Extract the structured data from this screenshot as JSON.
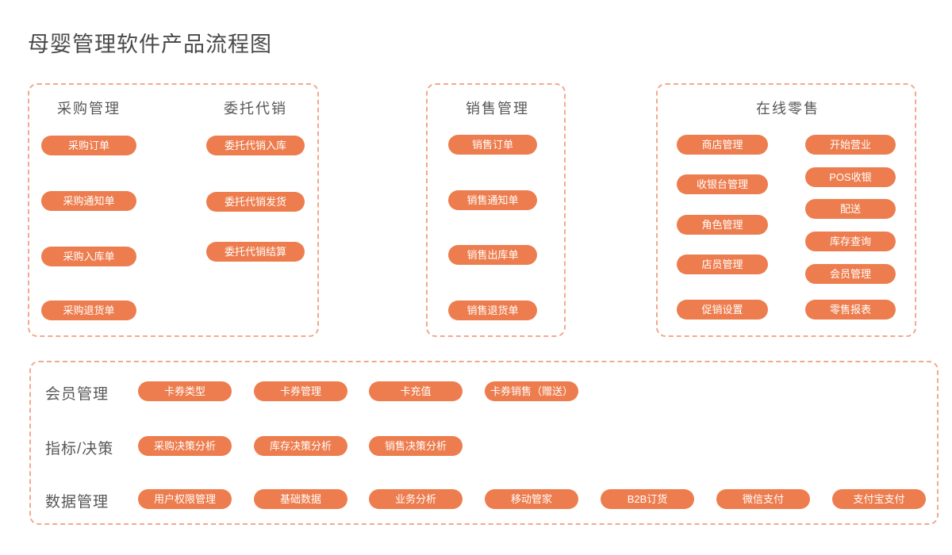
{
  "title": "母婴管理软件产品流程图",
  "colors": {
    "pill_fill": "#ED7D4E",
    "pill_text": "#FFFFFF",
    "box_border": "#F3A98C",
    "heading_text": "#595757",
    "title_text": "#4A4A4A"
  },
  "procurement": {
    "heading": "采购管理",
    "pills": [
      "采购订单",
      "采购通知单",
      "采购入库单",
      "采购退货单"
    ]
  },
  "consignment": {
    "heading": "委托代销",
    "pills": [
      "委托代销入库",
      "委托代销发货",
      "委托代销结算"
    ]
  },
  "sales": {
    "heading": "销售管理",
    "pills": [
      "销售订单",
      "销售通知单",
      "销售出库单",
      "销售退货单"
    ]
  },
  "retail": {
    "heading": "在线零售",
    "col1": [
      "商店管理",
      "收银台管理",
      "角色管理",
      "店员管理",
      "促销设置"
    ],
    "col2": [
      "开始营业",
      "POS收银",
      "配送",
      "库存查询",
      "会员管理",
      "零售报表"
    ]
  },
  "member": {
    "label": "会员管理",
    "pills": [
      "卡券类型",
      "卡券管理",
      "卡充值",
      "卡券销售（赠送）"
    ]
  },
  "decision": {
    "label": "指标/决策",
    "pills": [
      "采购决策分析",
      "库存决策分析",
      "销售决策分析"
    ]
  },
  "data_mgmt": {
    "label": "数据管理",
    "pills": [
      "用户权限管理",
      "基础数据",
      "业务分析",
      "移动管家",
      "B2B订货",
      "微信支付",
      "支付宝支付"
    ]
  }
}
